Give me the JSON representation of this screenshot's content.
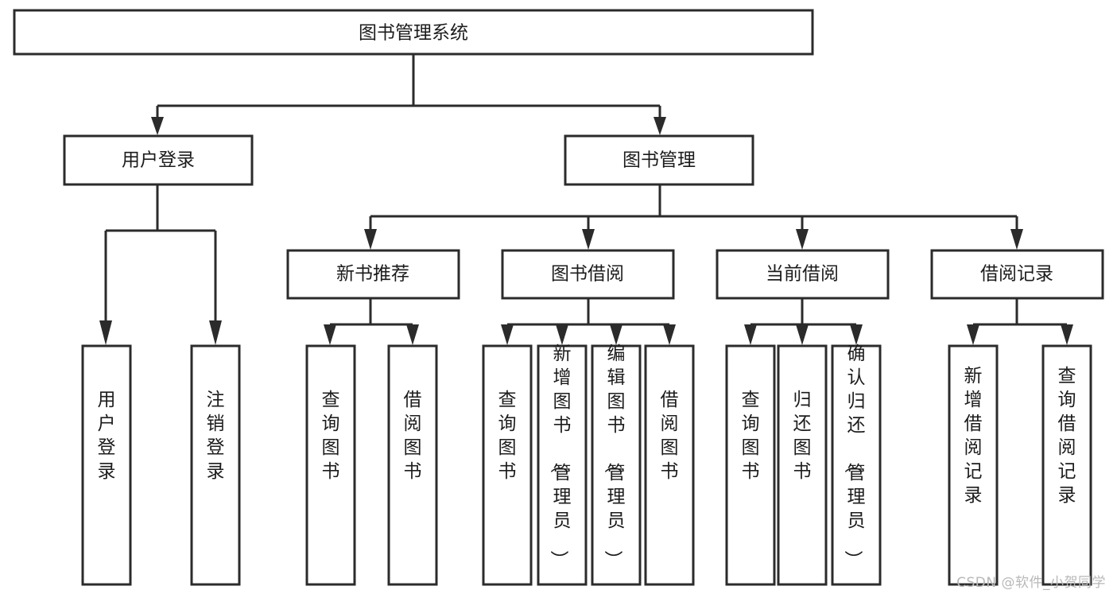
{
  "diagram": {
    "type": "tree",
    "title": "图书管理系统",
    "watermark": "CSDN @软件_小贺同学",
    "background_color": "#ffffff",
    "line_color": "#2b2b2b",
    "text_color": "#1c1c1c",
    "levels": {
      "root": {
        "label": "图书管理系统"
      },
      "level2": [
        {
          "label": "用户登录"
        },
        {
          "label": "图书管理"
        }
      ],
      "level3": [
        {
          "label": "新书推荐"
        },
        {
          "label": "图书借阅"
        },
        {
          "label": "当前借阅"
        },
        {
          "label": "借阅记录"
        }
      ],
      "leaves_user_login": [
        {
          "label": "用户登录"
        },
        {
          "label": "注销登录"
        }
      ],
      "leaves_new_book": [
        {
          "label": "查询图书"
        },
        {
          "label": "借阅图书"
        }
      ],
      "leaves_borrow": [
        {
          "label": "查询图书"
        },
        {
          "label": "新增图书（管理员）"
        },
        {
          "label": "编辑图书（管理员）"
        },
        {
          "label": "借阅图书"
        }
      ],
      "leaves_current": [
        {
          "label": "查询图书"
        },
        {
          "label": "归还图书"
        },
        {
          "label": "确认归还（管理员）"
        }
      ],
      "leaves_record": [
        {
          "label": "新增借阅记录"
        },
        {
          "label": "查询借阅记录"
        }
      ]
    }
  }
}
